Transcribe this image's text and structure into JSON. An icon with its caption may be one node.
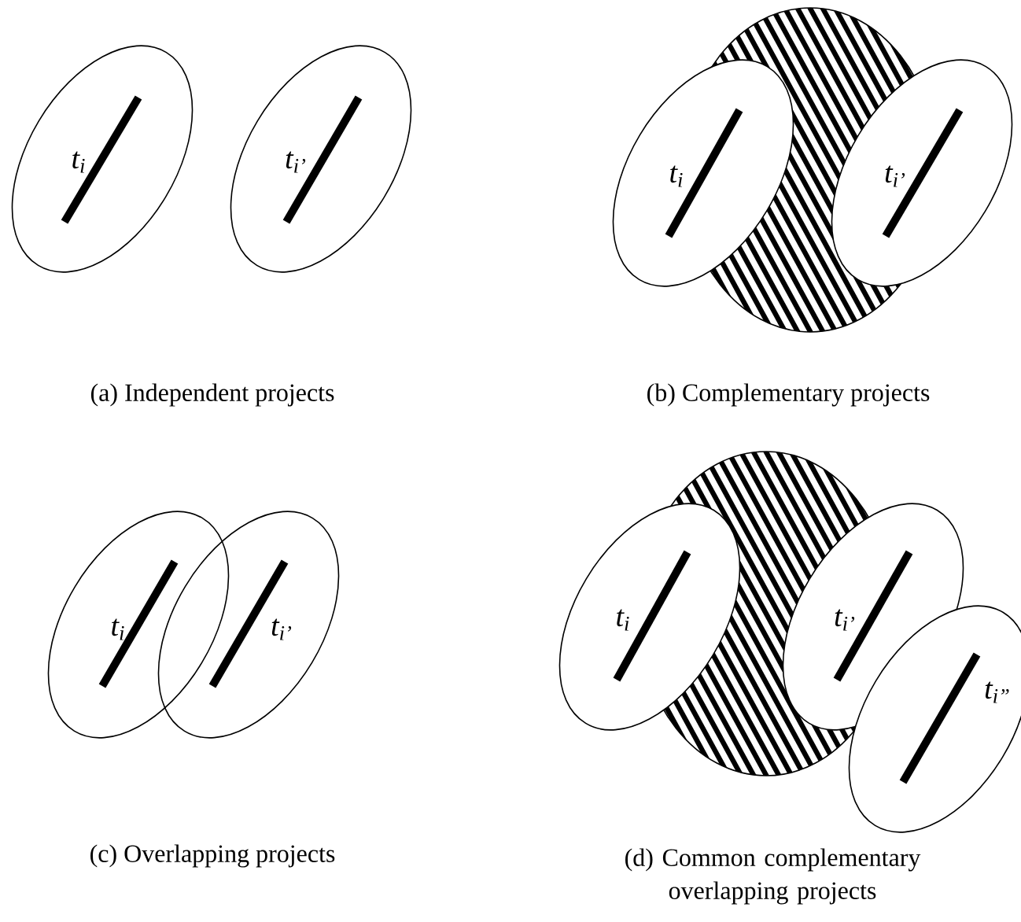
{
  "diagram": {
    "nodes": [
      {
        "text": [
          "t$_{i}$"
        ]
      },
      {
        "text": [
          "t$_{i’}$"
        ]
      },
      {
        "text": [
          "t$_{i}$"
        ]
      },
      {
        "text": [
          "t$_{i’}$"
        ]
      },
      {
        "text": [
          "t$_{i}$"
        ]
      },
      {
        "text": [
          "t$_{i’}$"
        ]
      },
      {
        "text": [
          "t$_{i}$"
        ]
      },
      {
        "text": [
          "t$_{i’}$"
        ]
      },
      {
        "text": [
          "t$_{i”}$"
        ]
      }
    ],
    "labels": [
      "(a) Independent projects",
      "(b) Complementary projects",
      "(c) Overlapping projects",
      "(d) Common complementary overlapping projects"
    ]
  }
}
